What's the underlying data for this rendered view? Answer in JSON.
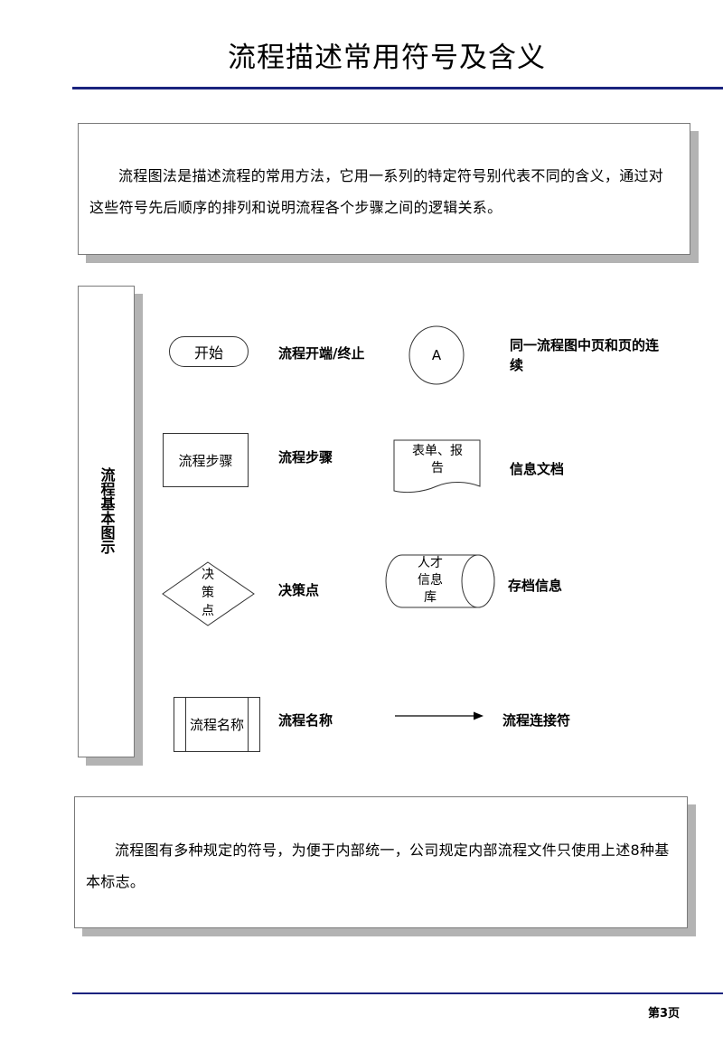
{
  "title": "流程描述常用符号及含义",
  "intro": "流程图法是描述流程的常用方法，它用一系列的特定符号别代表不同的含义，通过对这些符号先后顺序的排列和说明流程各个步骤之间的逻辑关系。",
  "side_label": "流程基本图示",
  "symbols": {
    "terminator": {
      "shape_text": "开始",
      "label": "流程开端/终止"
    },
    "connector": {
      "shape_text": "A",
      "label": "同一流程图中页和页的连续"
    },
    "process": {
      "shape_text": "流程步骤",
      "label": "流程步骤"
    },
    "document": {
      "shape_text": "表单、报告",
      "label": "信息文档"
    },
    "decision": {
      "shape_text": "决策点",
      "label": "决策点"
    },
    "storage": {
      "shape_text": "人才信息库",
      "label": "存档信息"
    },
    "predefined": {
      "shape_text": "流程名称",
      "label": "流程名称"
    },
    "arrow": {
      "label": "流程连接符"
    }
  },
  "footer": "流程图有多种规定的符号，为便于内部统一，公司规定内部流程文件只使用上述8种基本标志。",
  "page_number": "第3页",
  "colors": {
    "rule": "#1a237e",
    "shadow": "#b3b3b3"
  }
}
